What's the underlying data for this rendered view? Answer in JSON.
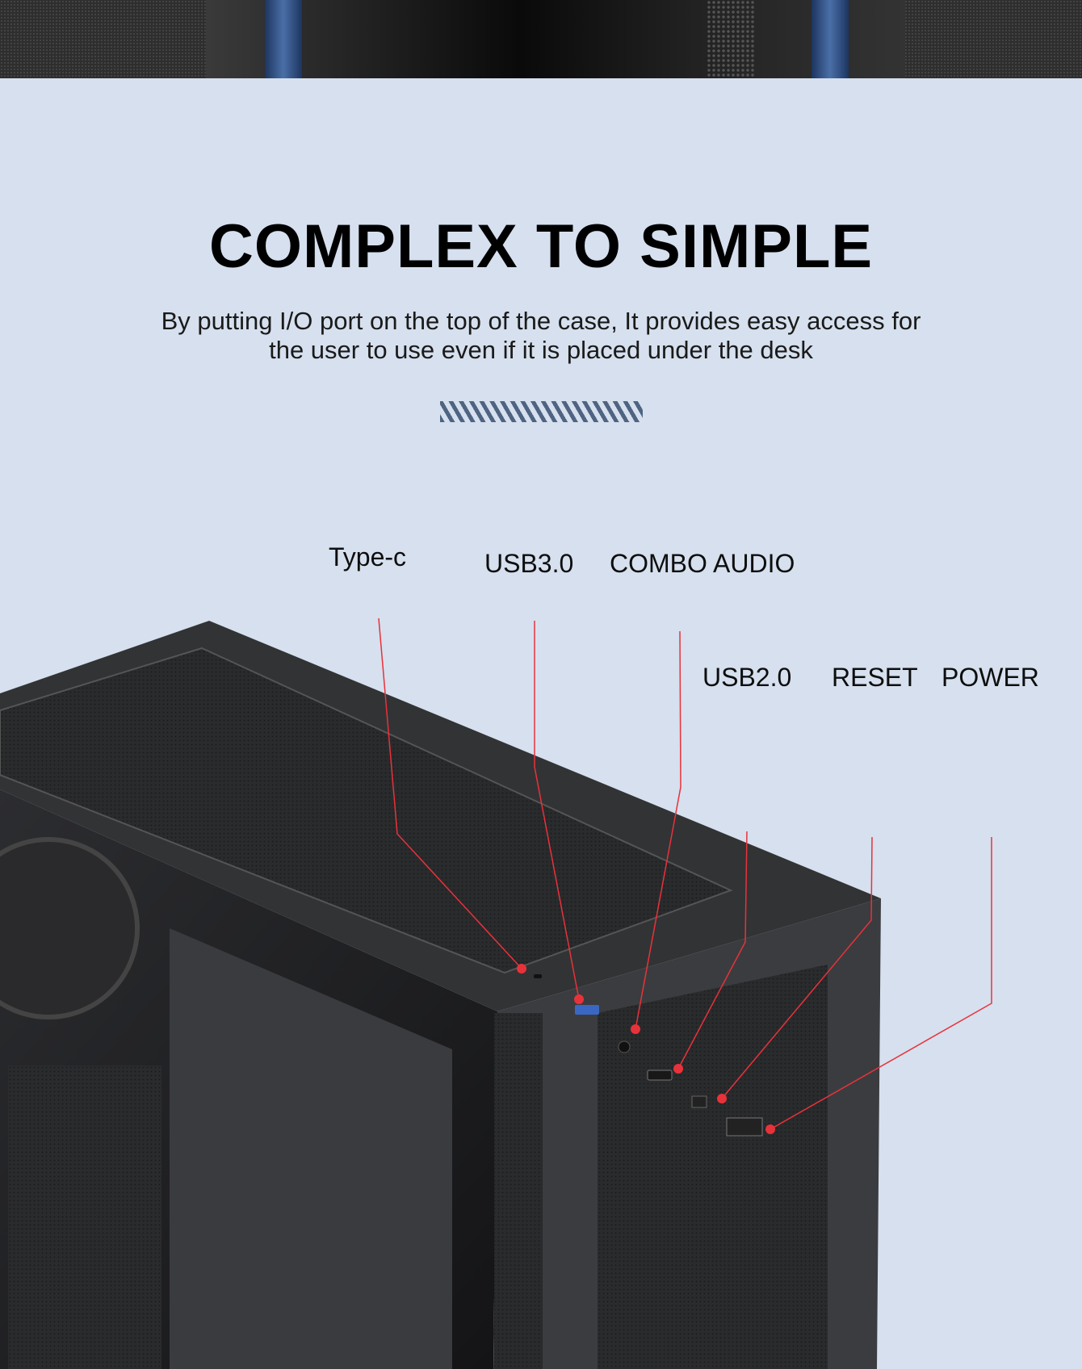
{
  "header": {
    "title": "COMPLEX TO SIMPLE",
    "subtitle_line1": "By putting I/O port on the  top of the case, It provides easy access for",
    "subtitle_line2": "the user to use even if it is placed under the desk"
  },
  "io_labels": {
    "type_c": "Type-c",
    "usb30": "USB3.0",
    "combo_audio": "COMBO AUDIO",
    "usb20": "USB2.0",
    "reset": "RESET",
    "power": "POWER"
  },
  "colors": {
    "background": "#d6e0ee",
    "callout": "#e8323a",
    "hatch": "#4f6482",
    "case": "#2b2c2e"
  }
}
